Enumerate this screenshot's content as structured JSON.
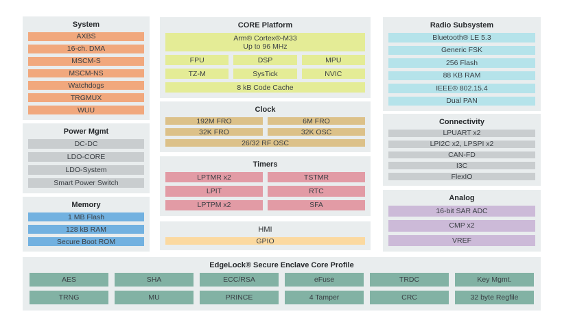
{
  "colors": {
    "panel_bg": "#E9EDEE",
    "system_orange": "#F1A87D",
    "neutral_gray": "#C9CDCF",
    "memory_blue": "#72B1E0",
    "core_yellow": "#E4EC96",
    "clock_tan": "#DCC189",
    "timers_pink": "#E29BA5",
    "hmi_peach": "#FBD9A0",
    "radio_cyan": "#B5E3EA",
    "analog_purple": "#CCBAD8",
    "secure_green": "#82B2A4"
  },
  "panels": {
    "system": {
      "title": "System",
      "items": [
        "AXBS",
        "16-ch. DMA",
        "MSCM-S",
        "MSCM-NS",
        "Watchdogs",
        "TRGMUX",
        "WUU"
      ]
    },
    "power": {
      "title": "Power Mgmt",
      "items": [
        "DC-DC",
        "LDO-CORE",
        "LDO-System",
        "Smart Power Switch"
      ]
    },
    "memory": {
      "title": "Memory",
      "items": [
        "1 MB Flash",
        "128 kB RAM",
        "Secure Boot ROM"
      ]
    },
    "core": {
      "title": "CORE Platform",
      "cpu_line1": "Arm® Cortex®-M33",
      "cpu_line2": "Up to 96 MHz",
      "row1": [
        "FPU",
        "DSP",
        "MPU"
      ],
      "row2": [
        "TZ-M",
        "SysTick",
        "NVIC"
      ],
      "cache": "8 kB Code Cache"
    },
    "clock": {
      "title": "Clock",
      "row1": [
        "192M FRO",
        "6M FRO"
      ],
      "row2": [
        "32K FRO",
        "32K OSC"
      ],
      "full": "26/32 RF OSC"
    },
    "timers": {
      "title": "Timers",
      "row1": [
        "LPTMR x2",
        "TSTMR"
      ],
      "row2": [
        "LPIT",
        "RTC"
      ],
      "row3": [
        "LPTPM x2",
        "SFA"
      ]
    },
    "hmi": {
      "title": "HMI",
      "items": [
        "GPIO"
      ]
    },
    "radio": {
      "title": "Radio Subsystem",
      "items": [
        "Bluetooth® LE 5.3",
        "Generic FSK",
        "256 Flash",
        "88 KB RAM",
        "IEEE® 802.15.4",
        "Dual PAN"
      ]
    },
    "connectivity": {
      "title": "Connectivity",
      "items": [
        "LPUART x2",
        "LPI2C x2, LPSPI x2",
        "CAN-FD",
        "I3C",
        "FlexIO"
      ]
    },
    "analog": {
      "title": "Analog",
      "items": [
        "16-bit SAR ADC",
        "CMP x2",
        "VREF"
      ]
    },
    "secure": {
      "title": "EdgeLock® Secure Enclave Core Profile",
      "row1": [
        "AES",
        "SHA",
        "ECC/RSA",
        "eFuse",
        "TRDC",
        "Key Mgmt."
      ],
      "row2": [
        "TRNG",
        "MU",
        "PRINCE",
        "4 Tamper",
        "CRC",
        "32 byte Regfile"
      ]
    }
  }
}
